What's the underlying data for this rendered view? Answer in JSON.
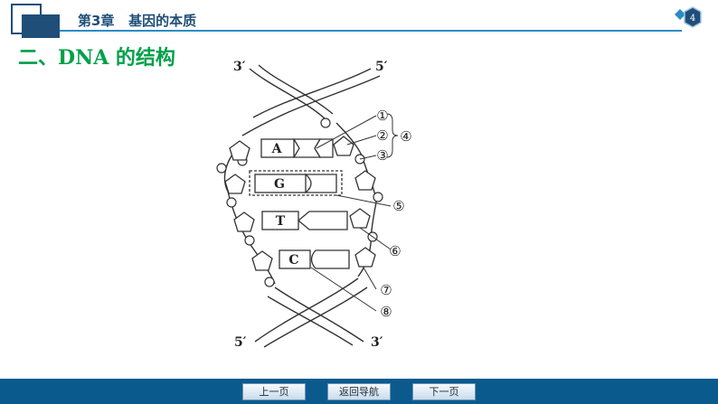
{
  "header": {
    "chapter": "第3章",
    "title": "基因的本质",
    "page_number": "4"
  },
  "section_title": "二、DNA 的结构",
  "diagram": {
    "strand_labels": {
      "top_left": "3′",
      "top_right": "5′",
      "bottom_left": "5′",
      "bottom_right": "3′"
    },
    "bases": [
      "A",
      "G",
      "T",
      "C"
    ],
    "callouts": [
      "①",
      "②",
      "③",
      "④",
      "⑤",
      "⑥",
      "⑦",
      "⑧"
    ]
  },
  "footer": {
    "prev_label": "上一页",
    "home_label": "返回导航",
    "next_label": "下一页"
  },
  "colors": {
    "header_blue": "#1f4e79",
    "accent_blue": "#2b8bc6",
    "section_green": "#00a04a",
    "footer_blue": "#0b5a8e"
  }
}
